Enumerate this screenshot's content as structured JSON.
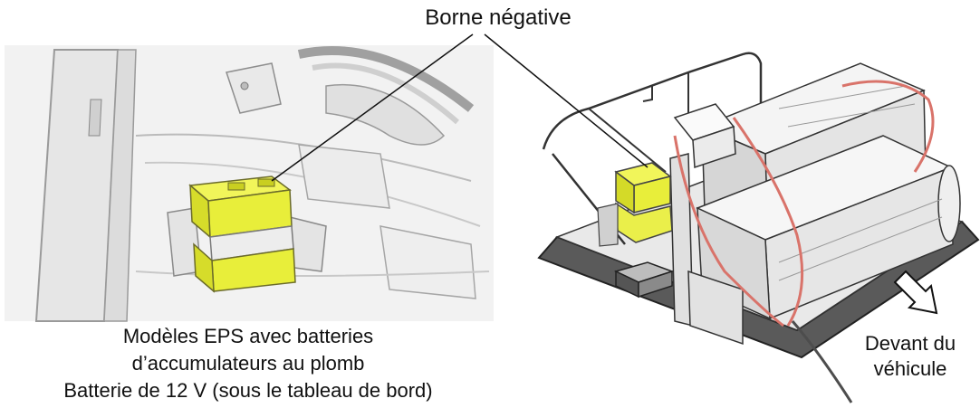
{
  "labels": {
    "top_callout": "Borne négative",
    "left_caption": [
      "Modèles EPS avec batteries",
      "d’accumulateurs au plomb",
      "Batterie de 12 V (sous le tableau de bord)"
    ],
    "front_label": [
      "Devant du",
      "véhicule"
    ]
  },
  "colors": {
    "battery_highlight": "#e8ee3a",
    "cable_red": "#d9736a",
    "tray_dark": "#555555",
    "line_art": "#222222"
  },
  "icons": {
    "direction_arrow": "hollow-arrow-down-right"
  }
}
